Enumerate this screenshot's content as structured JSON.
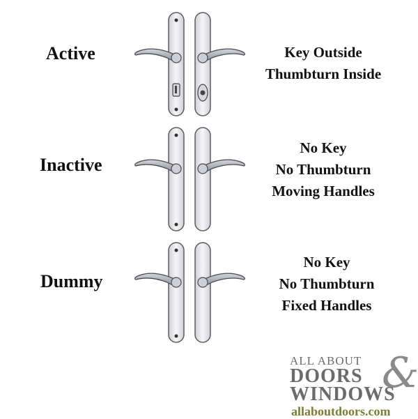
{
  "rows": [
    {
      "label": "Active",
      "lines": [
        "Key Outside",
        "Thumbturn Inside"
      ]
    },
    {
      "label": "Inactive",
      "lines": [
        "No Key",
        "No Thumbturn",
        "Moving Handles"
      ]
    },
    {
      "label": "Dummy",
      "lines": [
        "No Key",
        "No Thumbturn",
        "Fixed Handles"
      ]
    }
  ],
  "brand": {
    "top": "ALL ABOUT",
    "line1": "DOORS",
    "line2": "WINDOWS",
    "ampersand": "&",
    "url": "allaboutdoors.com"
  },
  "colors": {
    "plate": "#e9e9ec",
    "plate_edge": "#5a5a60",
    "lever": "#b9bbc4",
    "lever_edge": "#4a4a52",
    "brand_gray": "#6b6b6b",
    "brand_url": "#7a7e36"
  }
}
